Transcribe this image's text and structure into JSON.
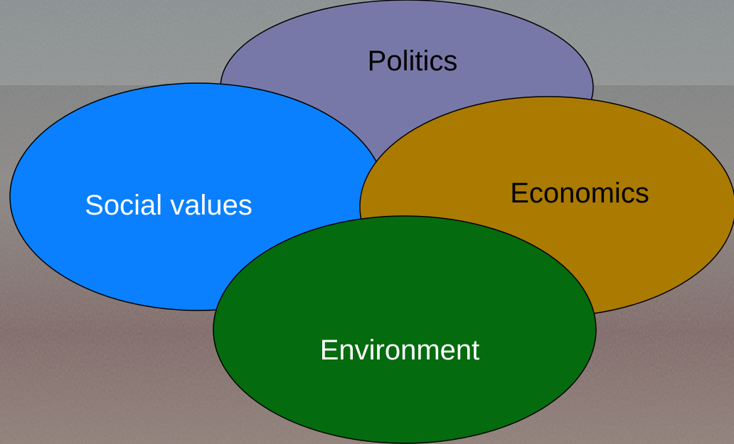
{
  "diagram": {
    "nodes": [
      {
        "id": "politics",
        "label": "Politics",
        "fill": "#7878a8",
        "text_color": "#000000"
      },
      {
        "id": "social-values",
        "label": "Social values",
        "fill": "#0a80ff",
        "text_color": "#ffffff"
      },
      {
        "id": "economics",
        "label": "Economics",
        "fill": "#ab7a00",
        "text_color": "#000000"
      },
      {
        "id": "environment",
        "label": "Environment",
        "fill": "#056b0f",
        "text_color": "#ffffff"
      }
    ],
    "background_colors": [
      "#6f7a7c",
      "#8a8785",
      "#7b6260",
      "#8f7c74"
    ]
  }
}
